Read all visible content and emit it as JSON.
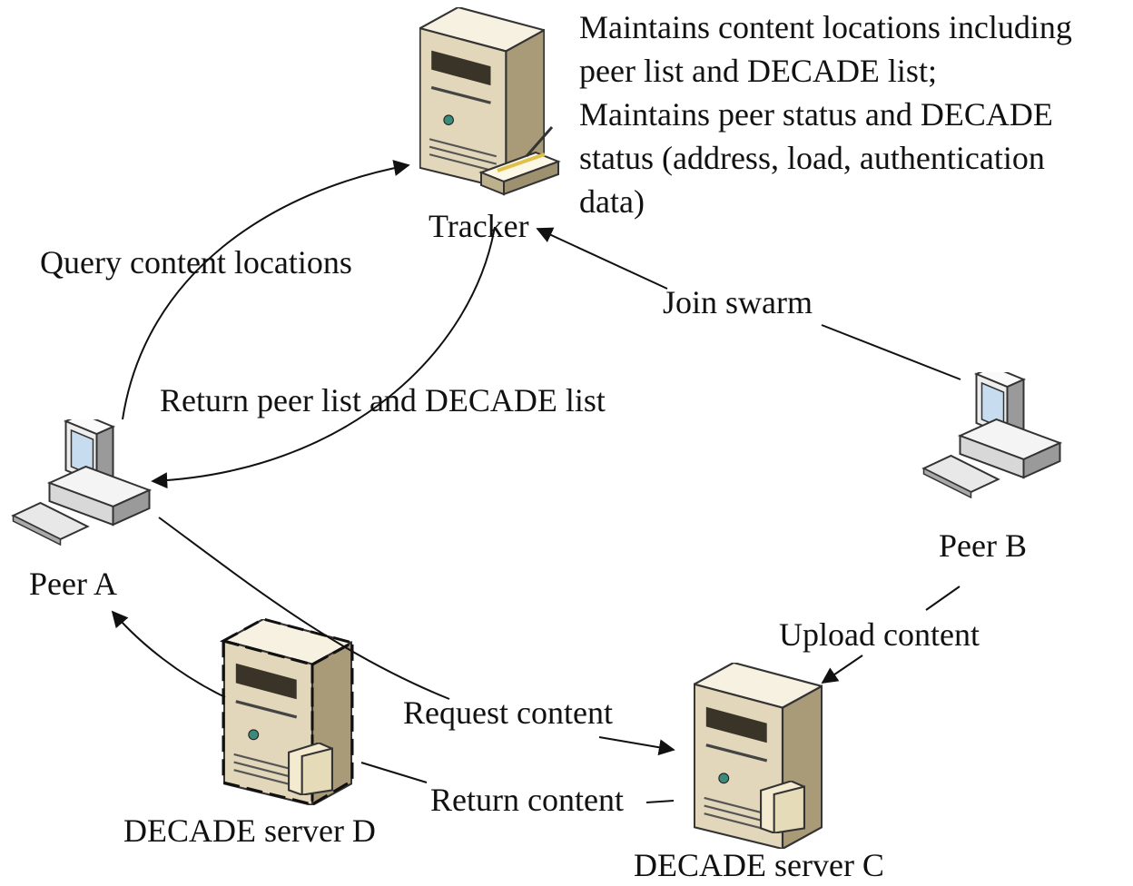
{
  "nodes": {
    "tracker": "Tracker",
    "peer_a": "Peer A",
    "peer_b": "Peer B",
    "server_c": "DECADE server C",
    "server_d": "DECADE server D"
  },
  "tracker_description": [
    "Maintains content locations including",
    "peer list and DECADE list;",
    "Maintains peer status and DECADE",
    "status (address, load, authentication",
    "data)"
  ],
  "edges": {
    "query": "Query content locations",
    "return_list": "Return peer list and DECADE list",
    "join": "Join swarm",
    "upload": "Upload content",
    "request": "Request content",
    "return_content": "Return content"
  },
  "colors": {
    "server_light": "#f3ecd9",
    "server_mid": "#d9cdb0",
    "server_dark": "#a89a76",
    "screen": "#c8dcef",
    "line": "#111111"
  }
}
